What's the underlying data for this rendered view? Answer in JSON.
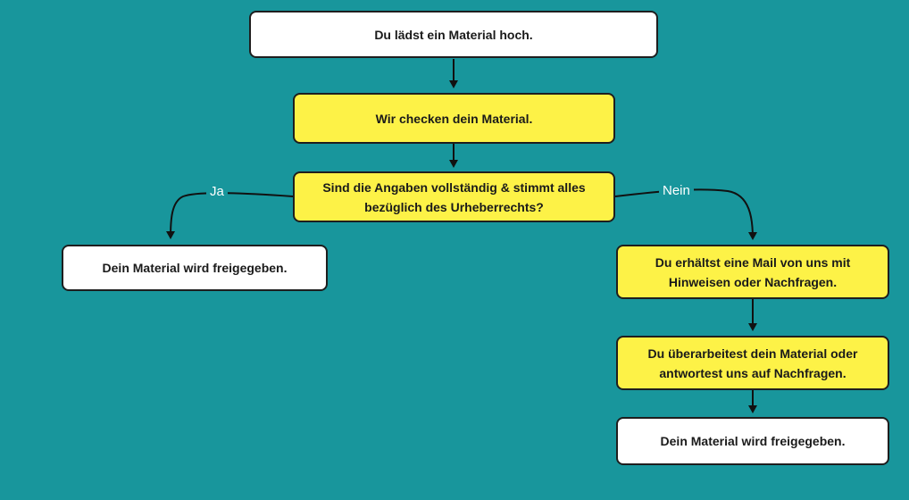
{
  "nodes": {
    "upload": "Du lädst ein Material hoch.",
    "check": "Wir checken dein Material.",
    "question": "Sind die Angaben vollständig & stimmt alles bezüglich des Urheberrechts?",
    "approved_yes": "Dein Material wird freigegeben.",
    "mail": "Du erhältst eine Mail von uns mit Hinweisen oder Nachfragen.",
    "revise": "Du überarbeitest dein Material oder antwortest uns auf Nachfragen.",
    "approved_after": "Dein Material wird freigegeben."
  },
  "edges": {
    "yes_label": "Ja",
    "no_label": "Nein"
  },
  "colors": {
    "background": "#18969c",
    "process_fill": "#fdf247",
    "terminal_fill": "#ffffff",
    "stroke": "#1e1e1e"
  }
}
